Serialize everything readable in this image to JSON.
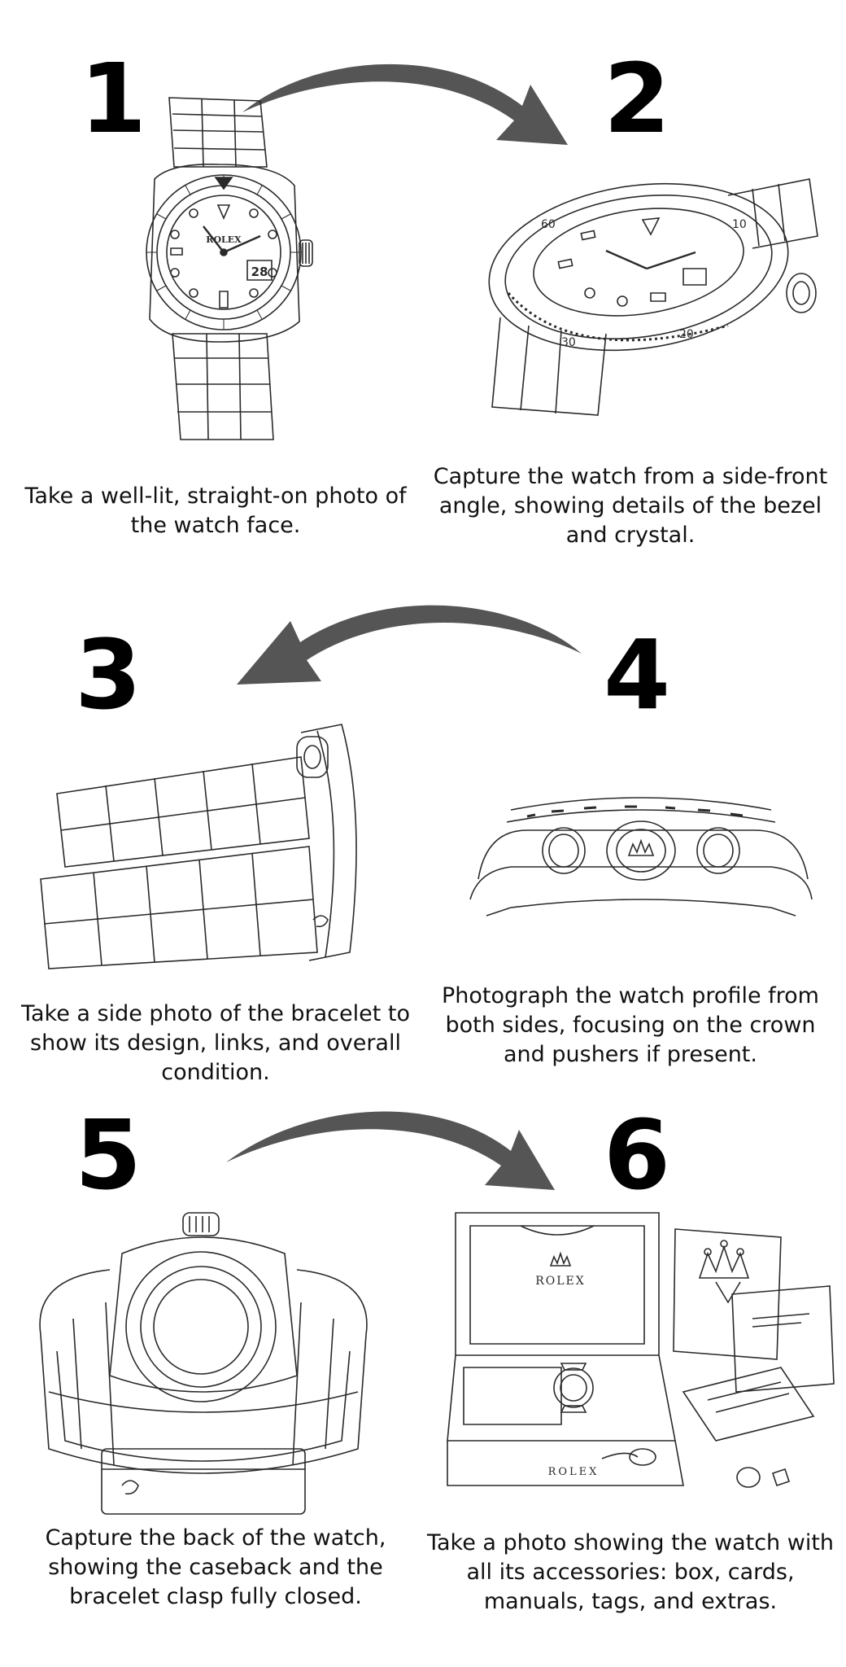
{
  "steps": [
    {
      "number": "1",
      "caption": "Take a well-lit, straight-on photo of the watch face."
    },
    {
      "number": "2",
      "caption": "Capture the watch from a side-front angle, showing details of the bezel and crystal."
    },
    {
      "number": "3",
      "caption": "Take a side photo of the bracelet to show its design, links, and overall condition."
    },
    {
      "number": "4",
      "caption": "Photograph the watch profile from both sides, focusing on the crown and pushers if present."
    },
    {
      "number": "5",
      "caption": "Capture the back of the watch, showing the caseback and the bracelet clasp fully closed."
    },
    {
      "number": "6",
      "caption": "Take a photo showing the watch with all its accessories: box, cards, manuals, tags, and extras."
    }
  ],
  "dial": {
    "brand_text": "ROLEX",
    "date_window": "28"
  },
  "box": {
    "lid_brand": "ROLEX",
    "base_brand": "ROLEX"
  },
  "bezel_numerals": [
    "60",
    "10",
    "20",
    "30"
  ],
  "colors": {
    "arrow": "#555555",
    "line": "#2a2a2a",
    "number": "#000000"
  }
}
